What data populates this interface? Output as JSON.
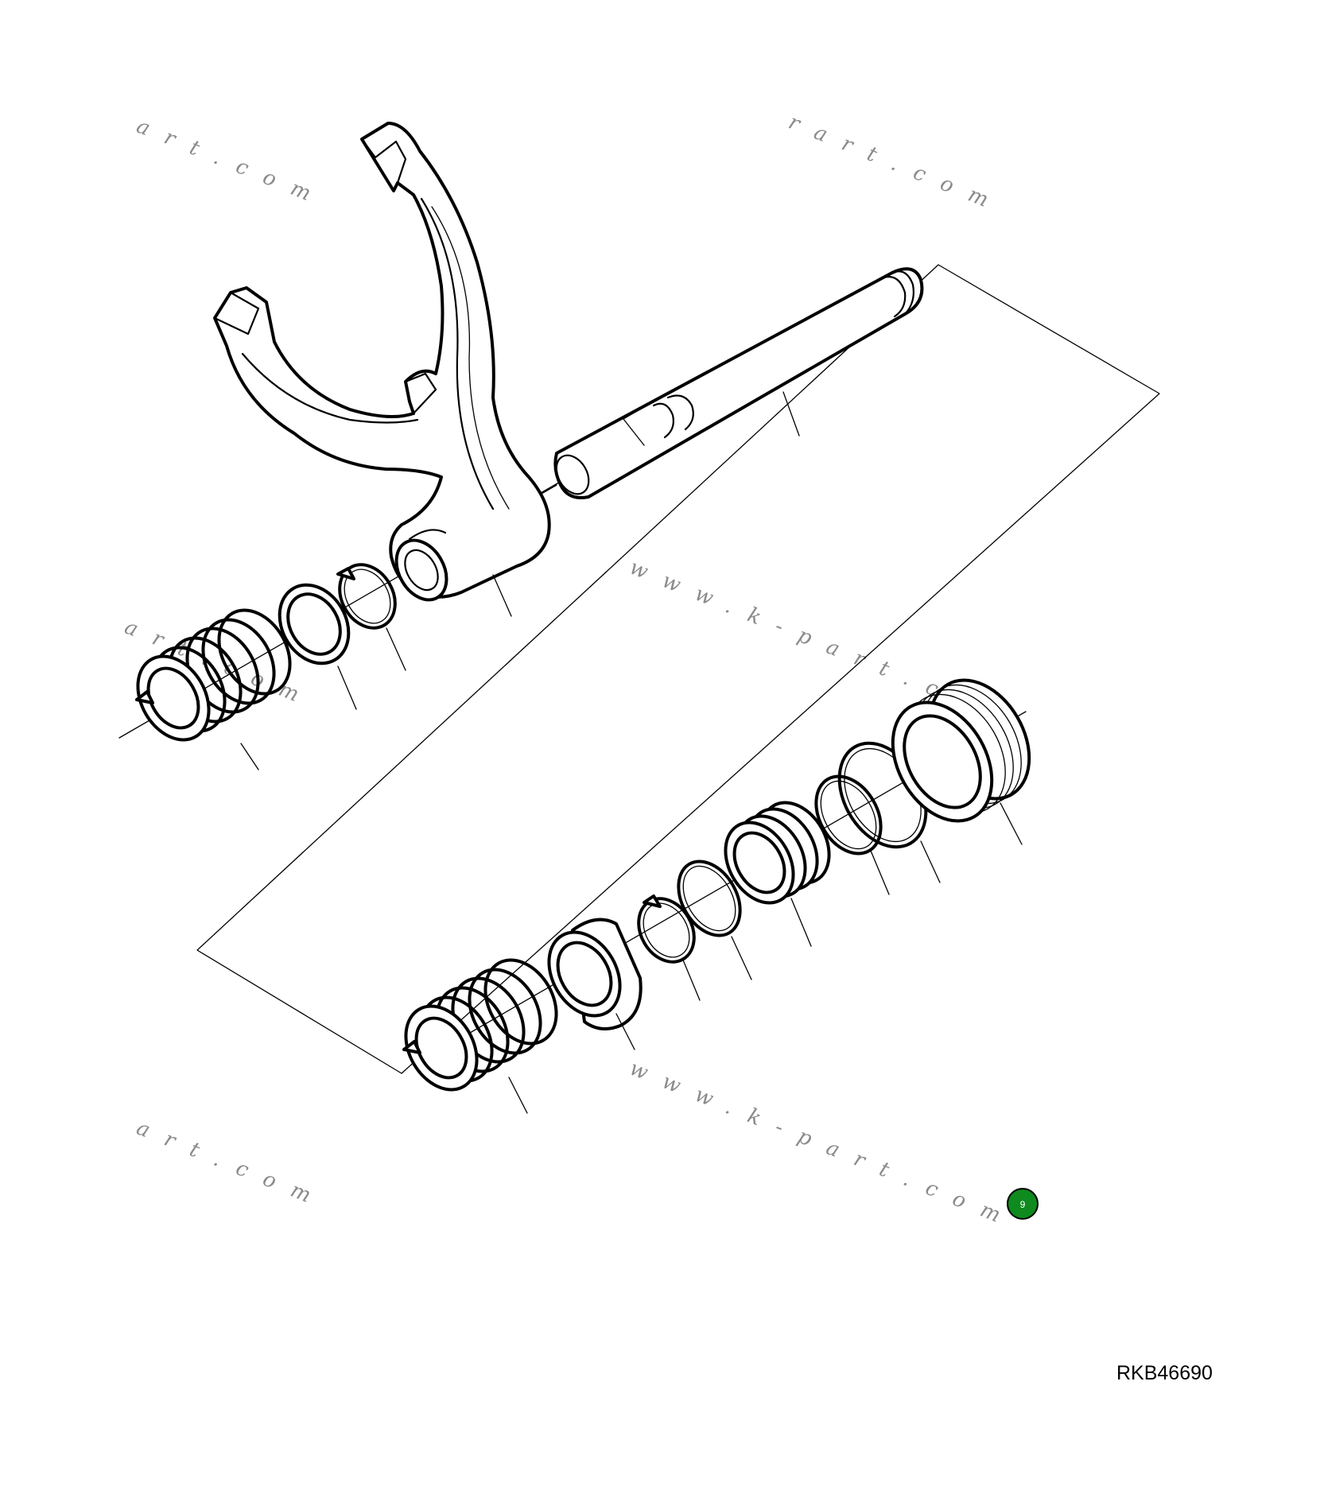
{
  "drawing": {
    "reference_code": "RKB46690",
    "badge_label": "9",
    "badge_color": "#0f8a1e"
  },
  "watermarks": [
    "art.com",
    "rart.com",
    "www.k-part.com",
    "art.com",
    "www.k-part.com",
    "art.com"
  ]
}
